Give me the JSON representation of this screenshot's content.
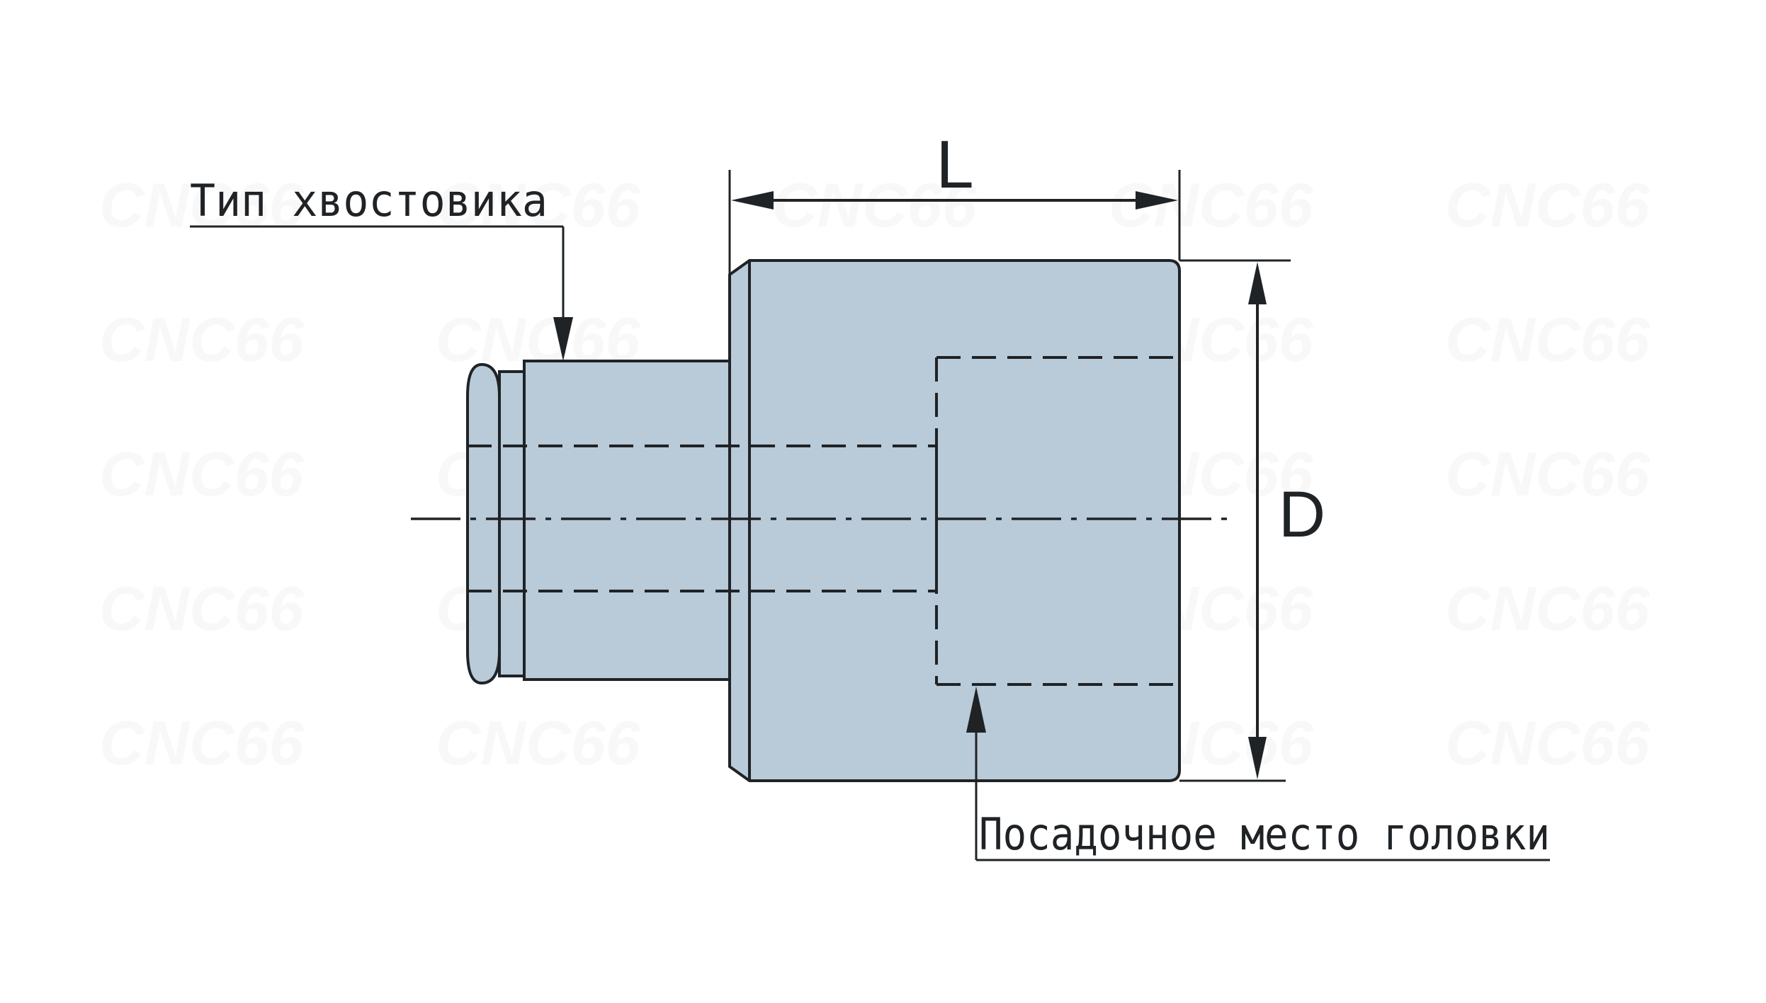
{
  "labels": {
    "shank_type": "Тип хвостовика",
    "head_seat": "Посадочное место головки"
  },
  "dimensions": {
    "length": "L",
    "diameter": "D"
  },
  "watermark": "CNC66",
  "colors": {
    "body_fill": "#b9cad8",
    "line": "#1f2326",
    "background": "#ffffff"
  }
}
